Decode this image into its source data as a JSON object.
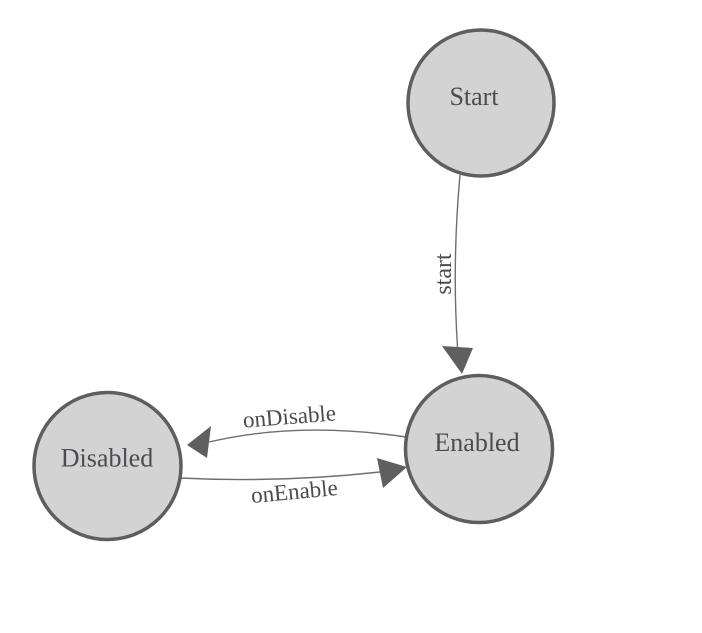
{
  "diagram": {
    "kind": "state-machine",
    "nodes": [
      {
        "id": "start",
        "label": "Start"
      },
      {
        "id": "enabled",
        "label": "Enabled"
      },
      {
        "id": "disabled",
        "label": "Disabled"
      }
    ],
    "edges": [
      {
        "from": "start",
        "to": "enabled",
        "label": "start"
      },
      {
        "from": "enabled",
        "to": "disabled",
        "label": "onDisable"
      },
      {
        "from": "disabled",
        "to": "enabled",
        "label": "onEnable"
      }
    ],
    "colors": {
      "background": "#ffffff",
      "node_fill": "#d3d3d3",
      "node_stroke": "#5e5e5e",
      "edge_line": "#6e6e6e",
      "arrowhead": "#5f5f5f",
      "text": "#4a4c50"
    }
  }
}
